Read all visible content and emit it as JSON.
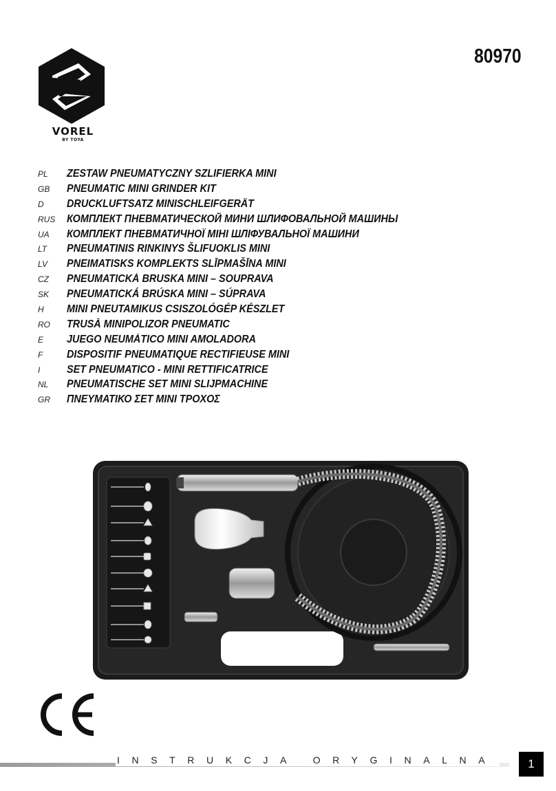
{
  "brand": {
    "name": "VOREL",
    "sub": "BY TOYA"
  },
  "model_number": "80970",
  "titles": [
    {
      "lang": "PL",
      "text": "ZESTAW PNEUMATYCZNY SZLIFIERKA MINI"
    },
    {
      "lang": "GB",
      "text": "PNEUMATIC MINI GRINDER KIT"
    },
    {
      "lang": "D",
      "text": "DRUCKLUFTSATZ MINISCHLEIFGERÄT"
    },
    {
      "lang": "RUS",
      "text": "КОМПЛЕКТ ПНЕВМАТИЧЕСКОЙ МИНИ ШЛИФОВАЛЬНОЙ МАШИНЫ"
    },
    {
      "lang": "UA",
      "text": "КОМПЛЕКТ ПНЕВМАТИЧНОЇ МІНІ ШЛІФУВАЛЬНОЇ МАШИНИ"
    },
    {
      "lang": "LT",
      "text": "PNEUMATINIS RINKINYS ŠLIFUOKLIS MINI"
    },
    {
      "lang": "LV",
      "text": "PNEIMATISKS KOMPLEKTS SLĪPMAŠĪNA MINI"
    },
    {
      "lang": "CZ",
      "text": "PNEUMATICKÁ BRUSKA MINI – SOUPRAVA"
    },
    {
      "lang": "SK",
      "text": "PNEUMATICKÁ BRÚSKA MINI – SÚPRAVA"
    },
    {
      "lang": "H",
      "text": "MINI PNEUTAMIKUS CSISZOLÓGÉP KÉSZLET"
    },
    {
      "lang": "RO",
      "text": "TRUSĂ MINIPOLIZOR PNEUMATIC"
    },
    {
      "lang": "E",
      "text": "JUEGO NEUMÁTICO MINI AMOLADORA"
    },
    {
      "lang": "F",
      "text": "DISPOSITIF PNEUMATIQUE RECTIFIEUSE MINI"
    },
    {
      "lang": "I",
      "text": "SET PNEUMATICO - MINI RETTIFICATRICE"
    },
    {
      "lang": "NL",
      "text": "PNEUMATISCHE SET MINI SLIJPMACHINE"
    },
    {
      "lang": "GR",
      "text": "ΠΝΕΥΜΑΤΙΚΟ ΣΕΤ ΜΙΝΙ ΤΡΟΧΟΣ"
    }
  ],
  "footer": {
    "text": "INSTRUKCJA ORYGINALNA",
    "page": "1"
  },
  "colors": {
    "text": "#111111",
    "case": "#1a1a1a",
    "page_box": "#000000"
  },
  "icons": [
    "vorel-logo",
    "ce-mark-icon"
  ]
}
